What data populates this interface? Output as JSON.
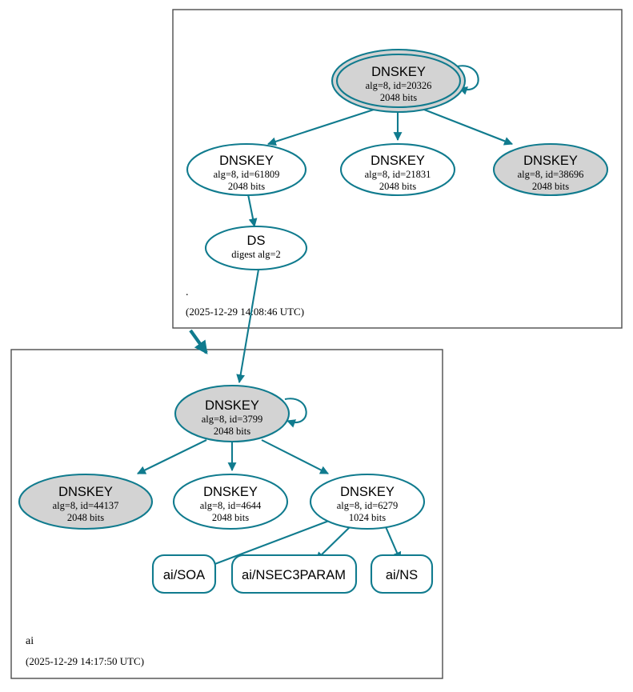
{
  "diagram": {
    "kind": "dnssec-authentication-chain",
    "accent_color": "#107b8e",
    "secure_node_fill": "#d3d3d3",
    "plain_node_fill": "#ffffff",
    "box_stroke": "#4d4d4d"
  },
  "zones": [
    {
      "id": "root",
      "name": ".",
      "timestamp": "(2025-12-29 14:08:46 UTC)",
      "nodes": [
        {
          "id": "root-ksk-20326",
          "type": "DNSKEY",
          "shape": "ellipse-double",
          "fill": "secure",
          "line1": "DNSKEY",
          "line2": "alg=8, id=20326",
          "line3": "2048 bits",
          "self_signed": true
        },
        {
          "id": "root-zsk-61809",
          "type": "DNSKEY",
          "shape": "ellipse",
          "fill": "plain",
          "line1": "DNSKEY",
          "line2": "alg=8, id=61809",
          "line3": "2048 bits",
          "self_signed": false
        },
        {
          "id": "root-zsk-21831",
          "type": "DNSKEY",
          "shape": "ellipse",
          "fill": "plain",
          "line1": "DNSKEY",
          "line2": "alg=8, id=21831",
          "line3": "2048 bits",
          "self_signed": false
        },
        {
          "id": "root-zsk-38696",
          "type": "DNSKEY",
          "shape": "ellipse",
          "fill": "secure",
          "line1": "DNSKEY",
          "line2": "alg=8, id=38696",
          "line3": "2048 bits",
          "self_signed": false
        },
        {
          "id": "root-ds",
          "type": "DS",
          "shape": "ellipse",
          "fill": "plain",
          "line1": "DS",
          "line2": "digest alg=2",
          "line3": "",
          "self_signed": false
        }
      ]
    },
    {
      "id": "ai",
      "name": "ai",
      "timestamp": "(2025-12-29 14:17:50 UTC)",
      "nodes": [
        {
          "id": "ai-ksk-3799",
          "type": "DNSKEY",
          "shape": "ellipse",
          "fill": "secure",
          "line1": "DNSKEY",
          "line2": "alg=8, id=3799",
          "line3": "2048 bits",
          "self_signed": true
        },
        {
          "id": "ai-key-44137",
          "type": "DNSKEY",
          "shape": "ellipse",
          "fill": "secure",
          "line1": "DNSKEY",
          "line2": "alg=8, id=44137",
          "line3": "2048 bits",
          "self_signed": false
        },
        {
          "id": "ai-key-4644",
          "type": "DNSKEY",
          "shape": "ellipse",
          "fill": "plain",
          "line1": "DNSKEY",
          "line2": "alg=8, id=4644",
          "line3": "2048 bits",
          "self_signed": false
        },
        {
          "id": "ai-zsk-6279",
          "type": "DNSKEY",
          "shape": "ellipse",
          "fill": "plain",
          "line1": "DNSKEY",
          "line2": "alg=8, id=6279",
          "line3": "1024 bits",
          "self_signed": false
        },
        {
          "id": "ai-soa",
          "type": "RRset",
          "shape": "rounded-rect",
          "fill": "plain",
          "line1": "ai/SOA",
          "line2": "",
          "line3": "",
          "self_signed": false
        },
        {
          "id": "ai-nsec3param",
          "type": "RRset",
          "shape": "rounded-rect",
          "fill": "plain",
          "line1": "ai/NSEC3PARAM",
          "line2": "",
          "line3": "",
          "self_signed": false
        },
        {
          "id": "ai-ns",
          "type": "RRset",
          "shape": "rounded-rect",
          "fill": "plain",
          "line1": "ai/NS",
          "line2": "",
          "line3": "",
          "self_signed": false
        }
      ]
    }
  ],
  "edges": [
    {
      "from": "root-ksk-20326",
      "to": "root-ksk-20326",
      "style": "self-loop"
    },
    {
      "from": "root-ksk-20326",
      "to": "root-zsk-61809",
      "style": "thin"
    },
    {
      "from": "root-ksk-20326",
      "to": "root-zsk-21831",
      "style": "thin"
    },
    {
      "from": "root-ksk-20326",
      "to": "root-zsk-38696",
      "style": "thin"
    },
    {
      "from": "root-zsk-61809",
      "to": "root-ds",
      "style": "thin"
    },
    {
      "from": "root-ds",
      "to": "ai-ksk-3799",
      "style": "thin"
    },
    {
      "from": "root",
      "to": "ai",
      "style": "thick-delegation"
    },
    {
      "from": "ai-ksk-3799",
      "to": "ai-ksk-3799",
      "style": "self-loop"
    },
    {
      "from": "ai-ksk-3799",
      "to": "ai-key-44137",
      "style": "thin"
    },
    {
      "from": "ai-ksk-3799",
      "to": "ai-key-4644",
      "style": "thin"
    },
    {
      "from": "ai-ksk-3799",
      "to": "ai-zsk-6279",
      "style": "thin"
    },
    {
      "from": "ai-zsk-6279",
      "to": "ai-soa",
      "style": "thin"
    },
    {
      "from": "ai-zsk-6279",
      "to": "ai-nsec3param",
      "style": "thin"
    },
    {
      "from": "ai-zsk-6279",
      "to": "ai-ns",
      "style": "thin"
    }
  ]
}
